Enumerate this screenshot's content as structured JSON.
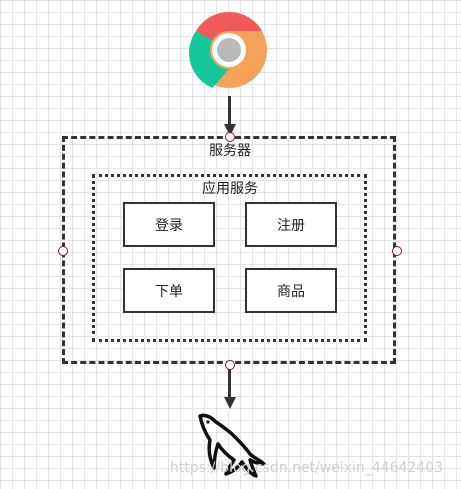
{
  "diagram": {
    "server_label": "服务器",
    "app_label": "应用服务",
    "modules": [
      {
        "label": "登录"
      },
      {
        "label": "注册"
      },
      {
        "label": "下单"
      },
      {
        "label": "商品"
      }
    ],
    "watermark": "https://blog.csdn.net/weixin_44642403"
  },
  "icons": {
    "top": "chrome-browser-icon",
    "bottom": "mysql-dolphin-icon"
  },
  "colors": {
    "chrome_red": "#f05a5a",
    "chrome_green": "#16c79a",
    "chrome_yellow": "#f4a259",
    "chrome_center": "#b9b9b9",
    "line": "#333333",
    "port_border": "#8b1a1a"
  }
}
